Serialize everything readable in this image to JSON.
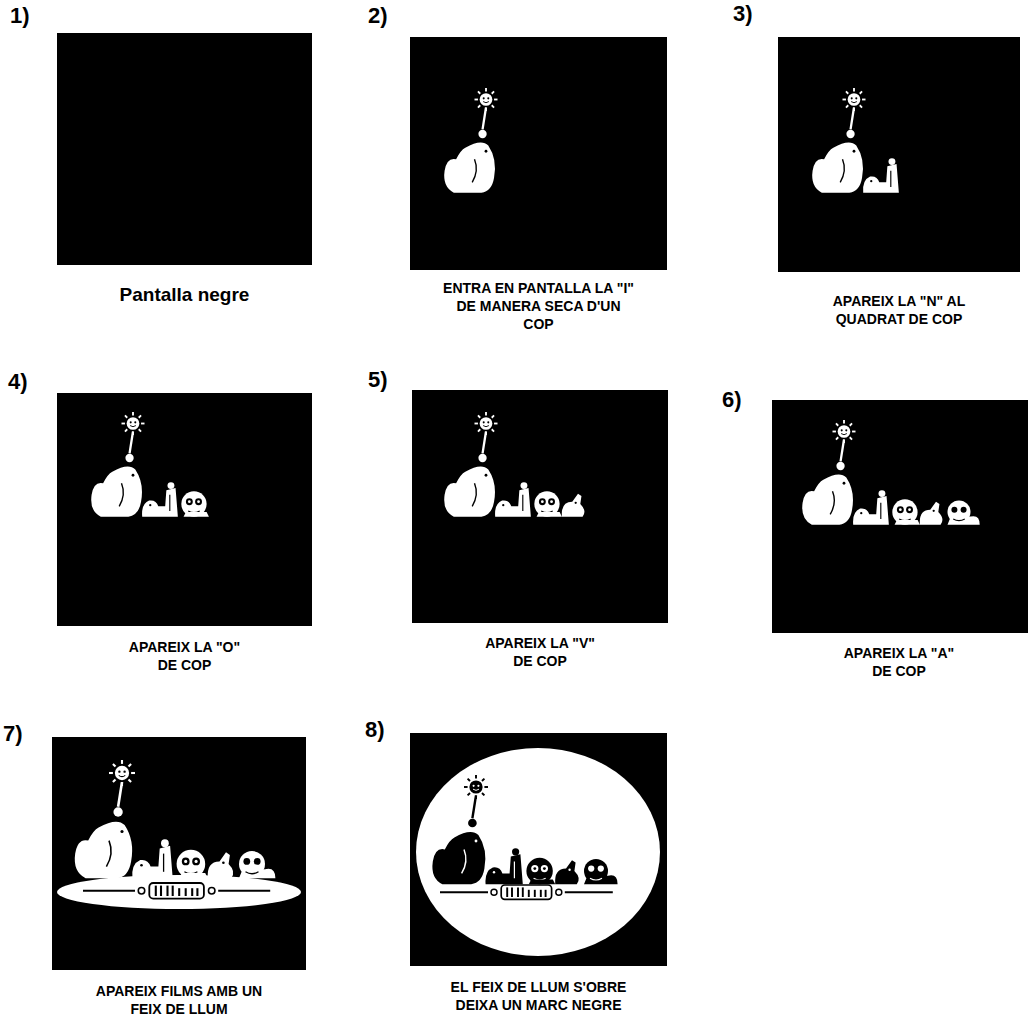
{
  "diagram": {
    "nodes": [
      {
        "text": [
          "1)",
          "Pantalla negre"
        ]
      },
      {
        "text": [
          "2)",
          "ENTRA EN PANTALLA LA \"I\" DE MANERA SECA D'UN COP"
        ]
      },
      {
        "text": [
          "3)",
          "APAREIX LA \"N\" AL QUADRAT DE COP"
        ]
      },
      {
        "text": [
          "4)",
          "APAREIX LA \"O\" DE COP"
        ]
      },
      {
        "text": [
          "5)",
          "APAREIX LA \"V\" DE COP"
        ]
      },
      {
        "text": [
          "6)",
          "APAREIX LA \"A\" DE COP"
        ]
      },
      {
        "text": [
          "7)",
          "APAREIX FILMS AMB UN FEIX DE LLUM"
        ]
      },
      {
        "text": [
          "8)",
          "EL FEIX DE LLUM S'OBRE DEIXA UN MARC NEGRE"
        ]
      }
    ]
  }
}
